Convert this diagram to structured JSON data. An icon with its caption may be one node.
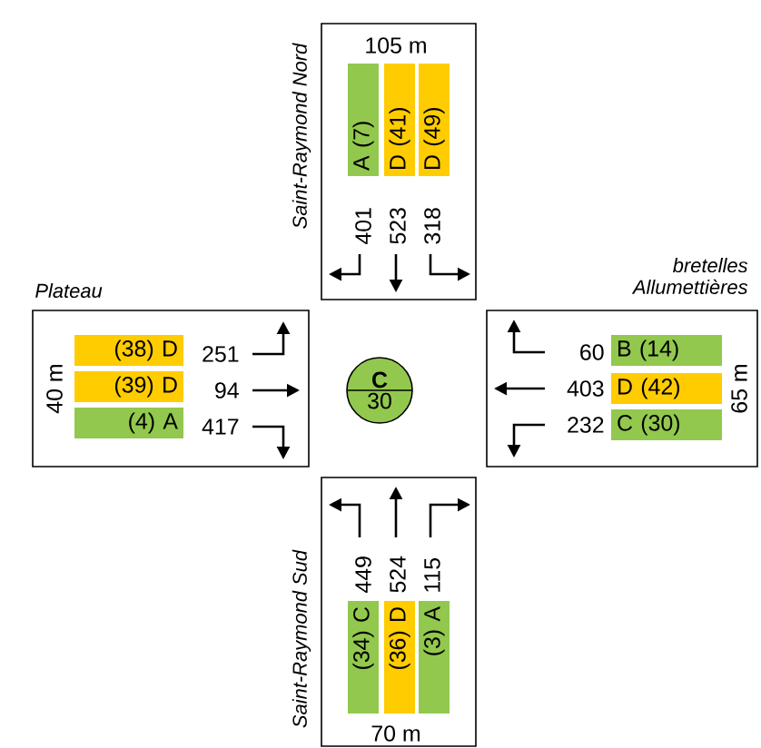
{
  "diagram": {
    "nodes": [
      {
        "text": [
          "105 m"
        ],
        "beside": [
          "Saint-Raymond Nord"
        ]
      },
      {
        "text": [
          "A (7)"
        ],
        "in": 0
      },
      {
        "text": [
          "D (41)"
        ],
        "in": 0
      },
      {
        "text": [
          "D (49)"
        ],
        "in": 0
      },
      {
        "text": [
          "40 m"
        ],
        "beside": [
          "Plateau"
        ]
      },
      {
        "text": [
          "(38) D"
        ],
        "in": 4
      },
      {
        "text": [
          "(39) D"
        ],
        "in": 4
      },
      {
        "text": [
          "(4) A"
        ],
        "in": 4
      },
      {
        "text": [
          "C",
          "30"
        ]
      },
      {
        "text": [
          "65 m"
        ],
        "beside": [
          "bretelles Allumettières"
        ]
      },
      {
        "text": [
          "B (14)"
        ],
        "in": 9
      },
      {
        "text": [
          "D (42)"
        ],
        "in": 9
      },
      {
        "text": [
          "C (30)"
        ],
        "in": 9
      },
      {
        "text": [
          "70 m"
        ],
        "beside": [
          "Saint-Raymond Sud"
        ]
      },
      {
        "text": [
          "(34) C"
        ],
        "in": 13
      },
      {
        "text": [
          "(36) D"
        ],
        "in": 13
      },
      {
        "text": [
          "(3) A"
        ],
        "in": 13
      }
    ],
    "labels": [
      "401",
      "523",
      "318",
      "251",
      "94",
      "417",
      "60",
      "403",
      "232",
      "449",
      "524",
      "115"
    ]
  }
}
